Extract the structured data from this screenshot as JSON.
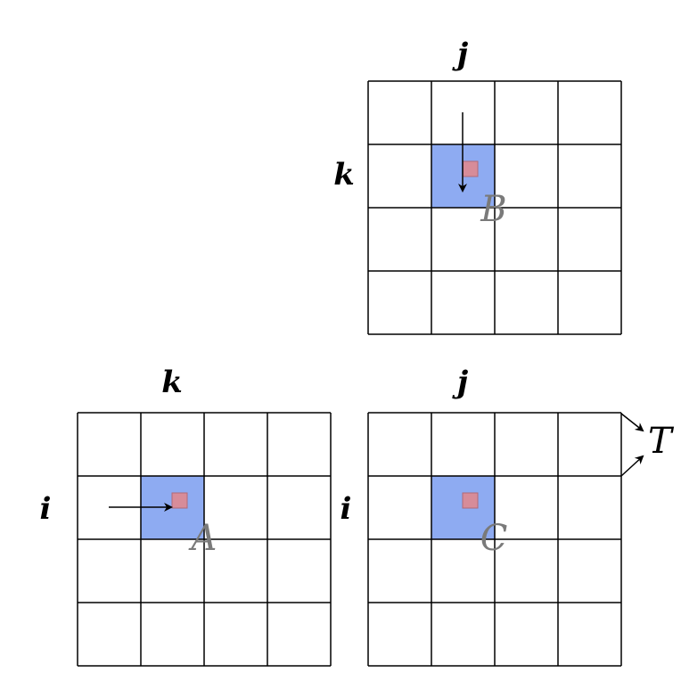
{
  "colors": {
    "background": "#ffffff",
    "grid_line": "#000000",
    "tile_fill": "#8eabf2",
    "element_fill": "#d78c99",
    "element_stroke": "#b06a77",
    "matrix_label": "#7a7a7a",
    "arrow": "#000000"
  },
  "grid_size": 4,
  "matrices": [
    {
      "id": "B",
      "name": "B",
      "col_label": "j",
      "row_label": "k",
      "tile": {
        "row": 1,
        "col": 1
      },
      "arrow": "down"
    },
    {
      "id": "A",
      "name": "A",
      "col_label": "k",
      "row_label": "i",
      "tile": {
        "row": 1,
        "col": 1
      },
      "arrow": "right"
    },
    {
      "id": "C",
      "name": "C",
      "col_label": "j",
      "row_label": "i",
      "tile": {
        "row": 1,
        "col": 1
      },
      "arrow": "none"
    }
  ],
  "annotation": {
    "label": "T",
    "icon": "double-arrow-pointer-icon"
  }
}
